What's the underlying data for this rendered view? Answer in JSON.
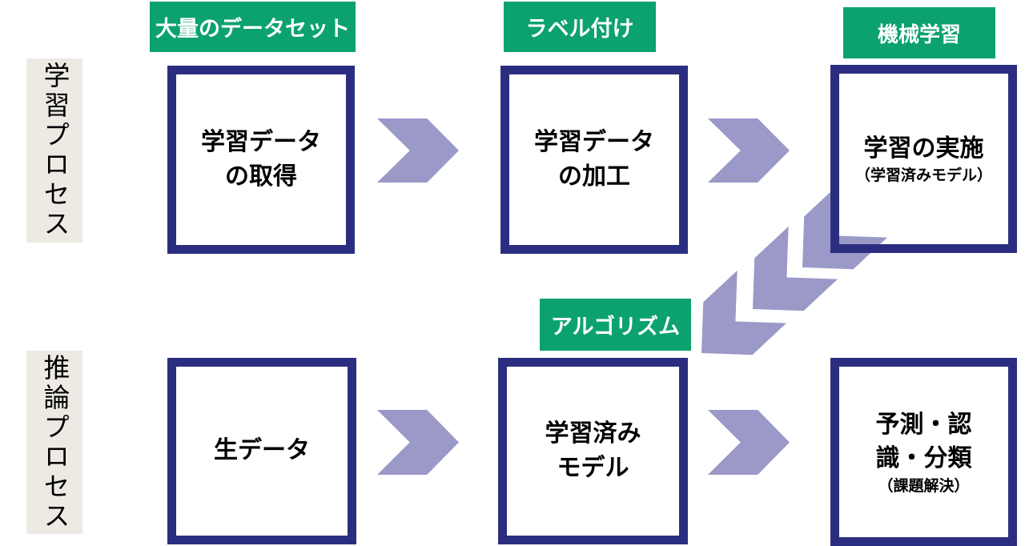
{
  "colors": {
    "tag_green": "#0CA26F",
    "box_border_navy": "#2B2E80",
    "arrow_purple": "#9A99C8",
    "side_label_bg": "#EDEAE4",
    "box_text": "#000000",
    "tag_text": "#FFFFFF",
    "background": "#FFFFFF"
  },
  "side_labels": {
    "learning": "学習プロセス",
    "inference": "推論プロセス"
  },
  "tags": [
    {
      "text": "大量のデータセット"
    },
    {
      "text": "ラベル付け"
    },
    {
      "text": "機械学習"
    },
    {
      "text": "アルゴリズム"
    }
  ],
  "boxes": [
    {
      "line1": "学習データ",
      "line2": "の取得",
      "sub": ""
    },
    {
      "line1": "学習データ",
      "line2": "の加工",
      "sub": ""
    },
    {
      "line1": "学習の実施",
      "line2": "",
      "sub": "（学習済みモデル）"
    },
    {
      "line1": "生データ",
      "line2": "",
      "sub": ""
    },
    {
      "line1": "学習済み",
      "line2": "モデル",
      "sub": ""
    },
    {
      "line1": "予測・認",
      "line2": "識・分類",
      "sub": "（課題解決）"
    }
  ],
  "icons": [
    {
      "name": "arrow-right-icon",
      "count": 4
    },
    {
      "name": "arrow-diagonal-down-left-icon",
      "count": 1
    }
  ]
}
